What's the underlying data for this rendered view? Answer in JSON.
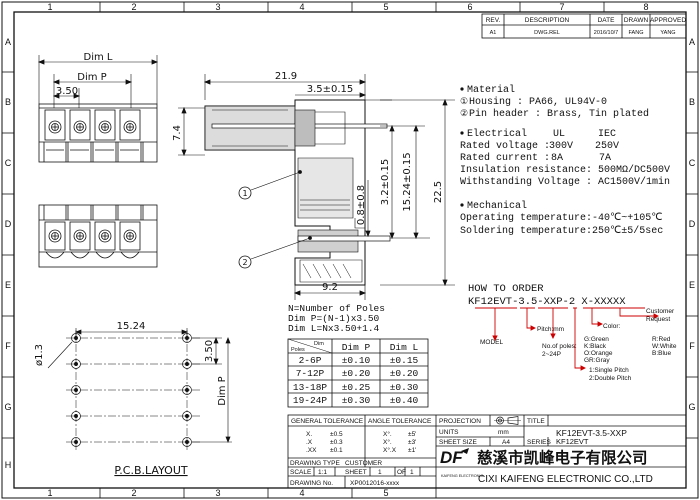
{
  "frame": {
    "columns": [
      "1",
      "2",
      "3",
      "4",
      "5",
      "6",
      "7",
      "8"
    ],
    "rows": [
      "A",
      "B",
      "C",
      "D",
      "E",
      "F",
      "G",
      "H"
    ]
  },
  "revision": {
    "headers": [
      "REV.",
      "DESCRIPTION",
      "DATE",
      "DRAWN",
      "APPROVED"
    ],
    "row": [
      "A1",
      "DWG.REL",
      "2016/10/7",
      "FANG",
      "YANG"
    ]
  },
  "front_view": {
    "dim_l": "Dim L",
    "dim_p": "Dim P",
    "pitch": "3.50"
  },
  "side_view": {
    "w_overall": "21.9",
    "h_top": "7.4",
    "pin_offset": "3.5±0.15",
    "dim_15": "15.24±0.15",
    "dim_3": "3.2±0.15",
    "dim_22": "22.5",
    "dim_08": "0.8±0.8",
    "w_bottom": "9.2",
    "callout_1": "1",
    "callout_2": "2"
  },
  "specs": {
    "material_title": "Material",
    "housing": "Housing : PA66, UL94V-0",
    "pin_header": "Pin header : Brass, Tin plated",
    "electrical_title": "Electrical",
    "col_ul": "UL",
    "col_iec": "IEC",
    "rated_voltage_label": "Rated voltage :",
    "rated_voltage_ul": "300V",
    "rated_voltage_iec": "250V",
    "rated_current_label": "Rated current :",
    "rated_current_ul": "8A",
    "rated_current_iec": "7A",
    "insulation": "Insulation resistance: 500MΩ/DC500V",
    "withstanding": "Withstanding Voltage : AC1500V/1min",
    "mechanical_title": "Mechanical",
    "operating": "Operating temperature:-40℃~+105℃",
    "soldering": "Soldering temperature:250℃±5/5sec"
  },
  "order": {
    "title": "HOW TO ORDER",
    "code": "KF12EVT-3.5-XXP-2 X-XXXXX",
    "customer": "Customer",
    "request": "Request",
    "color_title": "Color:",
    "colors": [
      "G:Green",
      "K:Black",
      "O:Orange",
      "GR:Gray",
      "R:Red",
      "W:White",
      "B:Blue"
    ],
    "model": "MODEL",
    "pitch": "Pitch:mm",
    "poles_1": "No.of poles:",
    "poles_2": "2~24P",
    "pitch_type_1": "1:Single Pitch",
    "pitch_type_2": "2:Double Pitch"
  },
  "formula": {
    "line1": "N=Number of Poles",
    "line2": "Dim P=(N-1)x3.50",
    "line3": "Dim L=Nx3.50+1.4"
  },
  "dim_table": {
    "corner_top": "Dim",
    "corner_bottom": "Poles",
    "headers": [
      "Dim P",
      "Dim L"
    ],
    "rows": [
      [
        "2-6P",
        "±0.10",
        "±0.15"
      ],
      [
        "7-12P",
        "±0.20",
        "±0.20"
      ],
      [
        "13-18P",
        "±0.25",
        "±0.30"
      ],
      [
        "19-24P",
        "±0.30",
        "±0.40"
      ]
    ]
  },
  "pcb": {
    "width": "15.24",
    "hole": "ø1.3",
    "pitch": "3.50",
    "dim_p": "Dim P",
    "label": "P.C.B.LAYOUT"
  },
  "title_block": {
    "general_tol": "GENERAL TOLERANCE",
    "angle_tol": "ANGLE TOLERANCE",
    "tol_keys": [
      "X.",
      ".X",
      ".XX"
    ],
    "tol_vals": [
      "±0.5",
      "±0.3",
      "±0.1"
    ],
    "ang_keys": [
      "X°.",
      "X°.",
      "X°.X"
    ],
    "ang_vals": [
      "±5'",
      "±3'",
      "±1'"
    ],
    "projection": "PROJECTION",
    "title_label": "TITLE",
    "title": "KF12EVT-3.5-XXP",
    "units_label": "UNITS",
    "units": "mm",
    "sheet_size_label": "SHEET SIZE",
    "sheet_size": "A4",
    "series_label": "SERIES",
    "series": "KF12EVT",
    "drawing_type": "DRAWING TYPE",
    "customer": "CUSTOMER",
    "scale_label": "SCALE",
    "scale": "1:1",
    "sheet_label": "SHEET",
    "sheet": "1",
    "of_label": "OF",
    "of": "1",
    "drawing_no_label": "DRAWING No.",
    "drawing_no": "XP0012016-xxxx",
    "logo": "DF",
    "company_cn": "慈溪市凯峰电子有限公司",
    "logo_sub": "KAIFENG ELECTRONIC",
    "company_en": "CIXI KAIFENG ELECTRONIC CO.,LTD"
  }
}
